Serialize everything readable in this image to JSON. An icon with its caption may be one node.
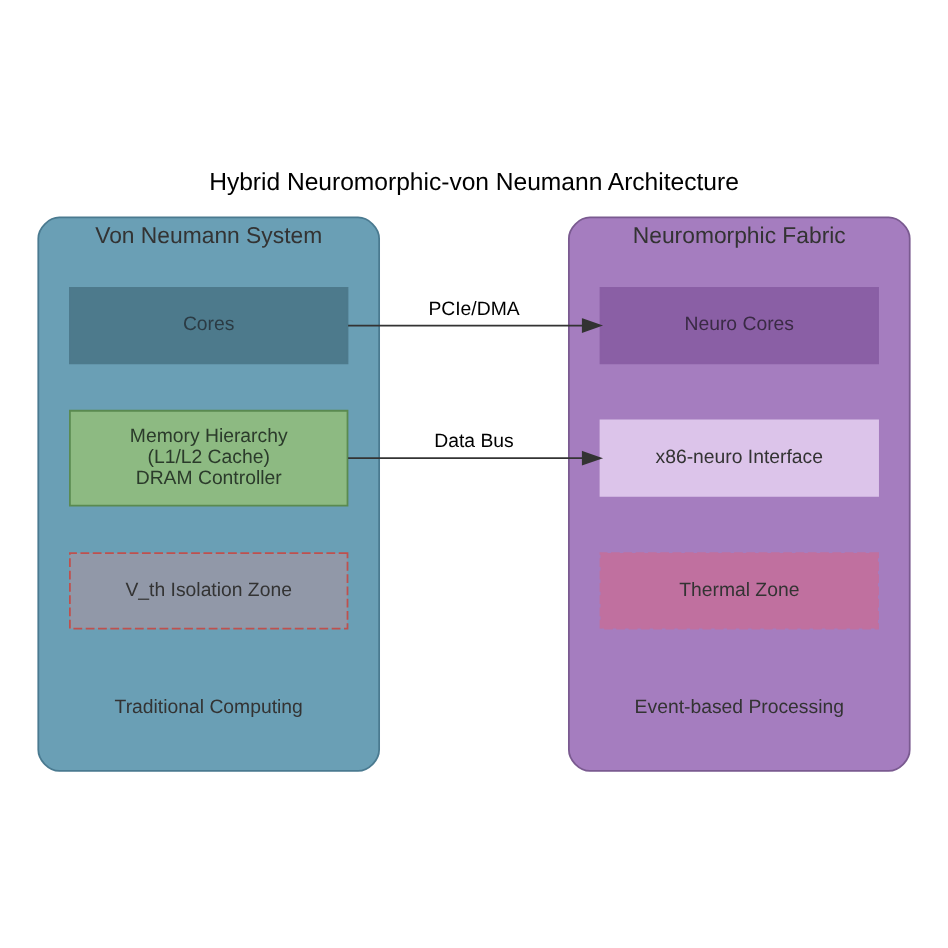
{
  "diagram": {
    "title": "Hybrid Neuromorphic-von Neumann Architecture",
    "nodes": [
      {
        "text": [
          "Von Neumann System",
          "Traditional Computing"
        ]
      },
      {
        "text": [
          "Cores"
        ],
        "in": 0
      },
      {
        "text": [
          "Memory Hierarchy",
          "(L1/L2 Cache)",
          "DRAM Controller"
        ],
        "in": 0
      },
      {
        "text": [
          "V_th Isolation Zone"
        ],
        "in": 0
      },
      {
        "text": [
          "Neuromorphic Fabric",
          "Event-based Processing"
        ]
      },
      {
        "text": [
          "Neuro Cores"
        ],
        "in": 4
      },
      {
        "text": [
          "x86-neuro Interface"
        ],
        "in": 4
      },
      {
        "text": [
          "Thermal Zone"
        ],
        "in": 4
      }
    ],
    "edges": [
      {
        "from": 1,
        "to": 5,
        "label": "PCIe/DMA",
        "arrow": "to"
      },
      {
        "from": 2,
        "to": 6,
        "label": "Data Bus",
        "arrow": "to"
      }
    ]
  }
}
